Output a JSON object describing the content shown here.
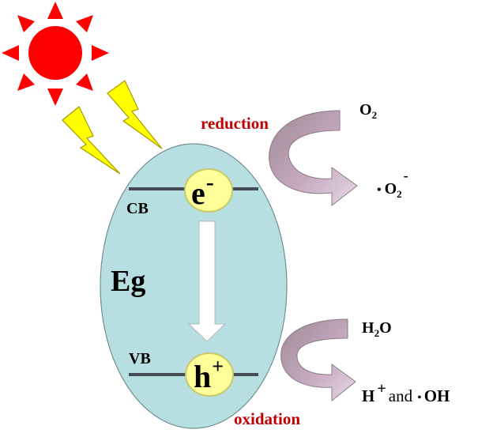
{
  "labels": {
    "reduction": "reduction",
    "oxidation": "oxidation",
    "cb": "CB",
    "vb": "VB",
    "eg": "Eg"
  },
  "carriers": {
    "electron": {
      "symbol": "e",
      "charge": "-"
    },
    "hole": {
      "symbol": "h",
      "charge": "+"
    }
  },
  "species": {
    "o2": {
      "base": "O",
      "sub": "2"
    },
    "superoxide": {
      "dot": "•",
      "base": "O",
      "sub": "2",
      "charge": "-"
    },
    "h2o": {
      "base": "H",
      "sub": "2",
      "tail": "O"
    },
    "products": {
      "h": "H",
      "charge": "+",
      "and": "and",
      "dot": "•",
      "oh": "OH"
    }
  },
  "colors": {
    "particle": "#b7dfe2",
    "band_line": "#444a52",
    "carrier_fill": "#ffff99",
    "carrier_stroke": "#c8c86a",
    "sun": "#ff0000",
    "lightning": "#ffff00",
    "lightning_stroke": "#a89800",
    "label_red": "#c00000",
    "curved_arrow": "#c8a6bd"
  },
  "icons": [
    "sun-icon",
    "lightning-bolt-icon",
    "curved-arrow-icon",
    "down-arrow-icon"
  ]
}
